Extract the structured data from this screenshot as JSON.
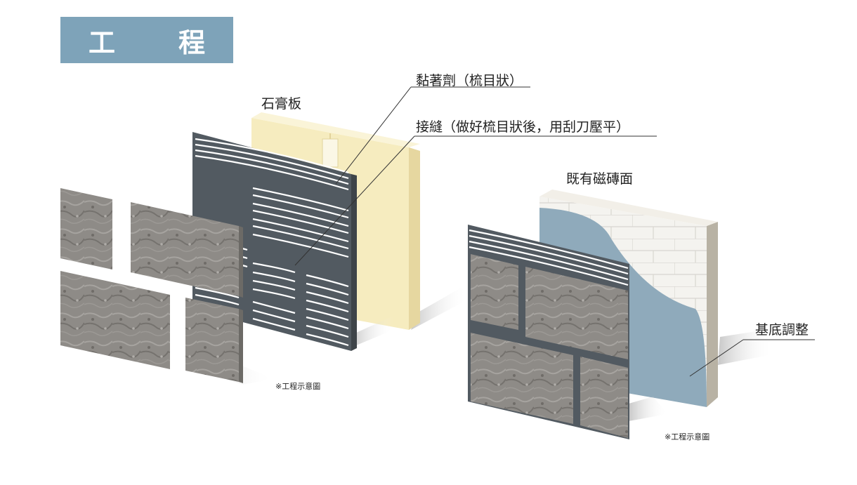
{
  "title": "工　程",
  "labels": {
    "gypsum_board": "石膏板",
    "adhesive": "黏著劑（梳目狀）",
    "joint": "接縫（做好梳目狀後，用刮刀壓平）",
    "existing_tile": "既有磁磚面",
    "base_adjustment": "基底調整"
  },
  "notes": {
    "left": "※工程示意圖",
    "right": "※工程示意圖"
  },
  "colors": {
    "title_bg": "#7ea3b9",
    "gypsum": "#f5ebbd",
    "adhesive_panel": "#525a61",
    "stone": "#8c8985",
    "primer": "#8faabb",
    "tile_wall": "#f4f3ef"
  }
}
